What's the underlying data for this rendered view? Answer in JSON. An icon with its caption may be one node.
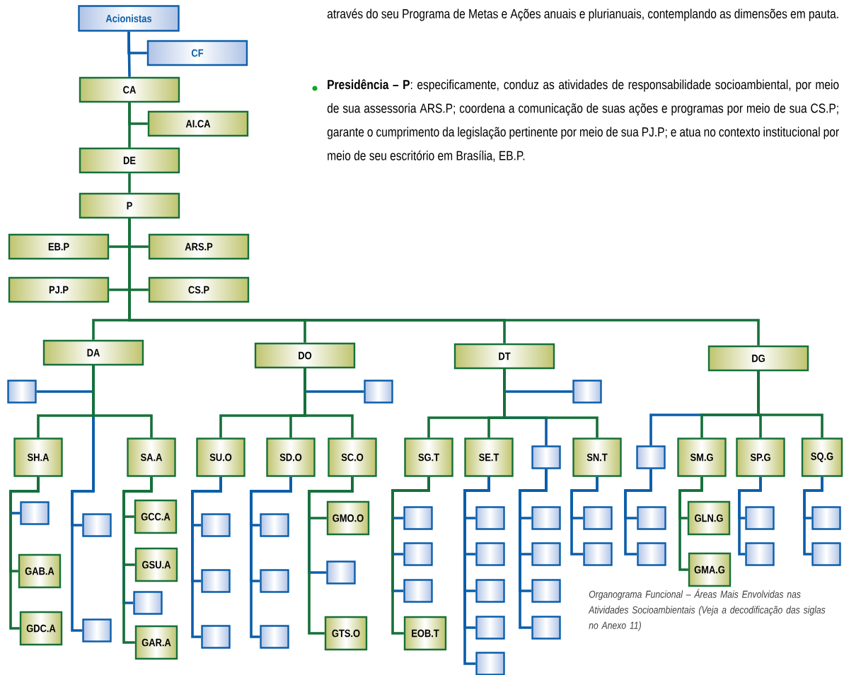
{
  "diagram": {
    "caption": "Organograma Funcional – Áreas Mais Envolvidas nas Atividades Socioambientais (Veja a decodificação das siglas no Anexo 11)",
    "nodes": [
      {
        "text": [
          "Acionistas"
        ]
      },
      {
        "text": [
          "CF"
        ]
      },
      {
        "text": [
          "CA"
        ]
      },
      {
        "text": [
          "AI.CA"
        ]
      },
      {
        "text": [
          "DE"
        ]
      },
      {
        "text": [
          "P"
        ]
      },
      {
        "text": [
          "EB.P"
        ]
      },
      {
        "text": [
          "ARS.P"
        ]
      },
      {
        "text": [
          "PJ.P"
        ]
      },
      {
        "text": [
          "CS.P"
        ]
      },
      {
        "text": [
          "DA"
        ]
      },
      {
        "text": [
          "DO"
        ]
      },
      {
        "text": [
          "DT"
        ]
      },
      {
        "text": [
          "DG"
        ]
      },
      {
        "text": [],
        "shape": "box"
      },
      {
        "text": [
          "SH.A"
        ]
      },
      {
        "text": [],
        "shape": "box"
      },
      {
        "text": [],
        "shape": "box"
      },
      {
        "text": [
          "SA.A"
        ]
      },
      {
        "text": [],
        "shape": "box"
      },
      {
        "text": [
          "GAB.A"
        ]
      },
      {
        "text": [
          "GDC.A"
        ]
      },
      {
        "text": [
          "GCC.A"
        ]
      },
      {
        "text": [
          "GSU.A"
        ]
      },
      {
        "text": [],
        "shape": "box"
      },
      {
        "text": [
          "GAR.A"
        ]
      },
      {
        "text": [],
        "shape": "box"
      },
      {
        "text": [
          "SU.O"
        ]
      },
      {
        "text": [
          "SD.O"
        ]
      },
      {
        "text": [
          "SC.O"
        ]
      },
      {
        "text": [],
        "shape": "box"
      },
      {
        "text": [],
        "shape": "box"
      },
      {
        "text": [],
        "shape": "box"
      },
      {
        "text": [],
        "shape": "box"
      },
      {
        "text": [],
        "shape": "box"
      },
      {
        "text": [],
        "shape": "box"
      },
      {
        "text": [
          "GMO.O"
        ]
      },
      {
        "text": [],
        "shape": "box"
      },
      {
        "text": [
          "GTS.O"
        ]
      },
      {
        "text": [],
        "shape": "box"
      },
      {
        "text": [
          "SG.T"
        ]
      },
      {
        "text": [
          "SE.T"
        ]
      },
      {
        "text": [],
        "shape": "box"
      },
      {
        "text": [
          "SN.T"
        ]
      },
      {
        "text": [],
        "shape": "box"
      },
      {
        "text": [],
        "shape": "box"
      },
      {
        "text": [],
        "shape": "box"
      },
      {
        "text": [
          "EOB.T"
        ]
      },
      {
        "text": [],
        "shape": "box"
      },
      {
        "text": [],
        "shape": "box"
      },
      {
        "text": [],
        "shape": "box"
      },
      {
        "text": [],
        "shape": "box"
      },
      {
        "text": [],
        "shape": "box"
      },
      {
        "text": [],
        "shape": "box"
      },
      {
        "text": [],
        "shape": "box"
      },
      {
        "text": [],
        "shape": "box"
      },
      {
        "text": [],
        "shape": "box"
      },
      {
        "text": [],
        "shape": "box"
      },
      {
        "text": [],
        "shape": "box"
      },
      {
        "text": [],
        "shape": "box"
      },
      {
        "text": [
          "SM.G"
        ]
      },
      {
        "text": [
          "SP.G"
        ]
      },
      {
        "text": [
          "SQ.G"
        ]
      },
      {
        "text": [],
        "shape": "box"
      },
      {
        "text": [],
        "shape": "box"
      },
      {
        "text": [
          "GLN.G"
        ]
      },
      {
        "text": [
          "GMA.G"
        ]
      },
      {
        "text": [],
        "shape": "box"
      },
      {
        "text": [],
        "shape": "box"
      },
      {
        "text": [],
        "shape": "box"
      },
      {
        "text": [],
        "shape": "box"
      }
    ],
    "edges": [
      {
        "from": 0,
        "to": 1,
        "arrow": "none"
      },
      {
        "from": 0,
        "to": 2,
        "arrow": "none"
      },
      {
        "from": 2,
        "to": 3,
        "arrow": "none",
        "color": "#16703a"
      },
      {
        "from": 2,
        "to": 4,
        "arrow": "none",
        "color": "#16703a"
      },
      {
        "from": 4,
        "to": 5,
        "arrow": "none",
        "color": "#16703a"
      },
      {
        "from": 5,
        "to": 6,
        "arrow": "none",
        "color": "#16703a"
      },
      {
        "from": 5,
        "to": 7,
        "arrow": "none",
        "color": "#16703a"
      },
      {
        "from": 5,
        "to": 8,
        "arrow": "none",
        "color": "#16703a"
      },
      {
        "from": 5,
        "to": 9,
        "arrow": "none",
        "color": "#16703a"
      },
      {
        "from": 5,
        "to": 10,
        "arrow": "none",
        "color": "#16703a"
      },
      {
        "from": 5,
        "to": 11,
        "arrow": "none",
        "color": "#16703a"
      },
      {
        "from": 5,
        "to": 12,
        "arrow": "none",
        "color": "#16703a"
      },
      {
        "from": 5,
        "to": 13,
        "arrow": "none",
        "color": "#16703a"
      },
      {
        "from": 10,
        "to": 14,
        "arrow": "none"
      },
      {
        "from": 10,
        "to": 15,
        "arrow": "none",
        "color": "#16703a"
      },
      {
        "from": 10,
        "to": 16,
        "arrow": "none"
      },
      {
        "from": 10,
        "to": 17,
        "arrow": "none"
      },
      {
        "from": 10,
        "to": 18,
        "arrow": "none",
        "color": "#16703a"
      },
      {
        "from": 15,
        "to": 19,
        "arrow": "none"
      },
      {
        "from": 15,
        "to": 20,
        "arrow": "none",
        "color": "#16703a"
      },
      {
        "from": 15,
        "to": 21,
        "arrow": "none",
        "color": "#16703a"
      },
      {
        "from": 18,
        "to": 22,
        "arrow": "none",
        "color": "#16703a"
      },
      {
        "from": 18,
        "to": 23,
        "arrow": "none",
        "color": "#16703a"
      },
      {
        "from": 18,
        "to": 24,
        "arrow": "none"
      },
      {
        "from": 18,
        "to": 25,
        "arrow": "none",
        "color": "#16703a"
      },
      {
        "from": 11,
        "to": 26,
        "arrow": "none"
      },
      {
        "from": 11,
        "to": 27,
        "arrow": "none",
        "color": "#16703a"
      },
      {
        "from": 11,
        "to": 28,
        "arrow": "none",
        "color": "#16703a"
      },
      {
        "from": 11,
        "to": 29,
        "arrow": "none",
        "color": "#16703a"
      },
      {
        "from": 27,
        "to": 30,
        "arrow": "none"
      },
      {
        "from": 27,
        "to": 31,
        "arrow": "none"
      },
      {
        "from": 27,
        "to": 32,
        "arrow": "none"
      },
      {
        "from": 28,
        "to": 33,
        "arrow": "none"
      },
      {
        "from": 28,
        "to": 34,
        "arrow": "none"
      },
      {
        "from": 28,
        "to": 35,
        "arrow": "none"
      },
      {
        "from": 29,
        "to": 36,
        "arrow": "none",
        "color": "#16703a"
      },
      {
        "from": 29,
        "to": 37,
        "arrow": "none"
      },
      {
        "from": 29,
        "to": 38,
        "arrow": "none",
        "color": "#16703a"
      },
      {
        "from": 12,
        "to": 39,
        "arrow": "none"
      },
      {
        "from": 12,
        "to": 40,
        "arrow": "none",
        "color": "#16703a"
      },
      {
        "from": 12,
        "to": 41,
        "arrow": "none",
        "color": "#16703a"
      },
      {
        "from": 12,
        "to": 42,
        "arrow": "none"
      },
      {
        "from": 12,
        "to": 43,
        "arrow": "none",
        "color": "#16703a"
      },
      {
        "from": 40,
        "to": 44,
        "arrow": "none"
      },
      {
        "from": 40,
        "to": 45,
        "arrow": "none"
      },
      {
        "from": 40,
        "to": 46,
        "arrow": "none"
      },
      {
        "from": 40,
        "to": 47,
        "arrow": "none",
        "color": "#16703a"
      },
      {
        "from": 41,
        "to": 48,
        "arrow": "none"
      },
      {
        "from": 41,
        "to": 49,
        "arrow": "none"
      },
      {
        "from": 41,
        "to": 50,
        "arrow": "none"
      },
      {
        "from": 41,
        "to": 51,
        "arrow": "none"
      },
      {
        "from": 41,
        "to": 52,
        "arrow": "none"
      },
      {
        "from": 42,
        "to": 53,
        "arrow": "none"
      },
      {
        "from": 42,
        "to": 54,
        "arrow": "none"
      },
      {
        "from": 42,
        "to": 55,
        "arrow": "none"
      },
      {
        "from": 42,
        "to": 56,
        "arrow": "none"
      },
      {
        "from": 43,
        "to": 57,
        "arrow": "none"
      },
      {
        "from": 43,
        "to": 58,
        "arrow": "none"
      },
      {
        "from": 13,
        "to": 59,
        "arrow": "none"
      },
      {
        "from": 13,
        "to": 60,
        "arrow": "none",
        "color": "#16703a"
      },
      {
        "from": 13,
        "to": 61,
        "arrow": "none",
        "color": "#16703a"
      },
      {
        "from": 13,
        "to": 62,
        "arrow": "none",
        "color": "#16703a"
      },
      {
        "from": 59,
        "to": 63,
        "arrow": "none"
      },
      {
        "from": 59,
        "to": 64,
        "arrow": "none"
      },
      {
        "from": 60,
        "to": 65,
        "arrow": "none",
        "color": "#16703a"
      },
      {
        "from": 60,
        "to": 66,
        "arrow": "none",
        "color": "#16703a"
      },
      {
        "from": 61,
        "to": 67,
        "arrow": "none"
      },
      {
        "from": 61,
        "to": 68,
        "arrow": "none"
      },
      {
        "from": 62,
        "to": 69,
        "arrow": "none"
      },
      {
        "from": 62,
        "to": 70,
        "arrow": "none"
      }
    ],
    "labels": [
      "através do seu Programa de Metas e Ações anuais e plurianuais, contemplando as dimensões em pauta.",
      "**Presidência – P**: especificamente, conduz as atividades de responsabilidade socioambiental, por meio de sua assessoria ARS.P; coordena a comunicação de suas ações e programas por meio de sua CS.P; garante o cumprimento da legislação pertinente por meio de sua PJ.P; e atua no contexto institucional por meio de seu escritório em Brasília, EB.P."
    ]
  }
}
